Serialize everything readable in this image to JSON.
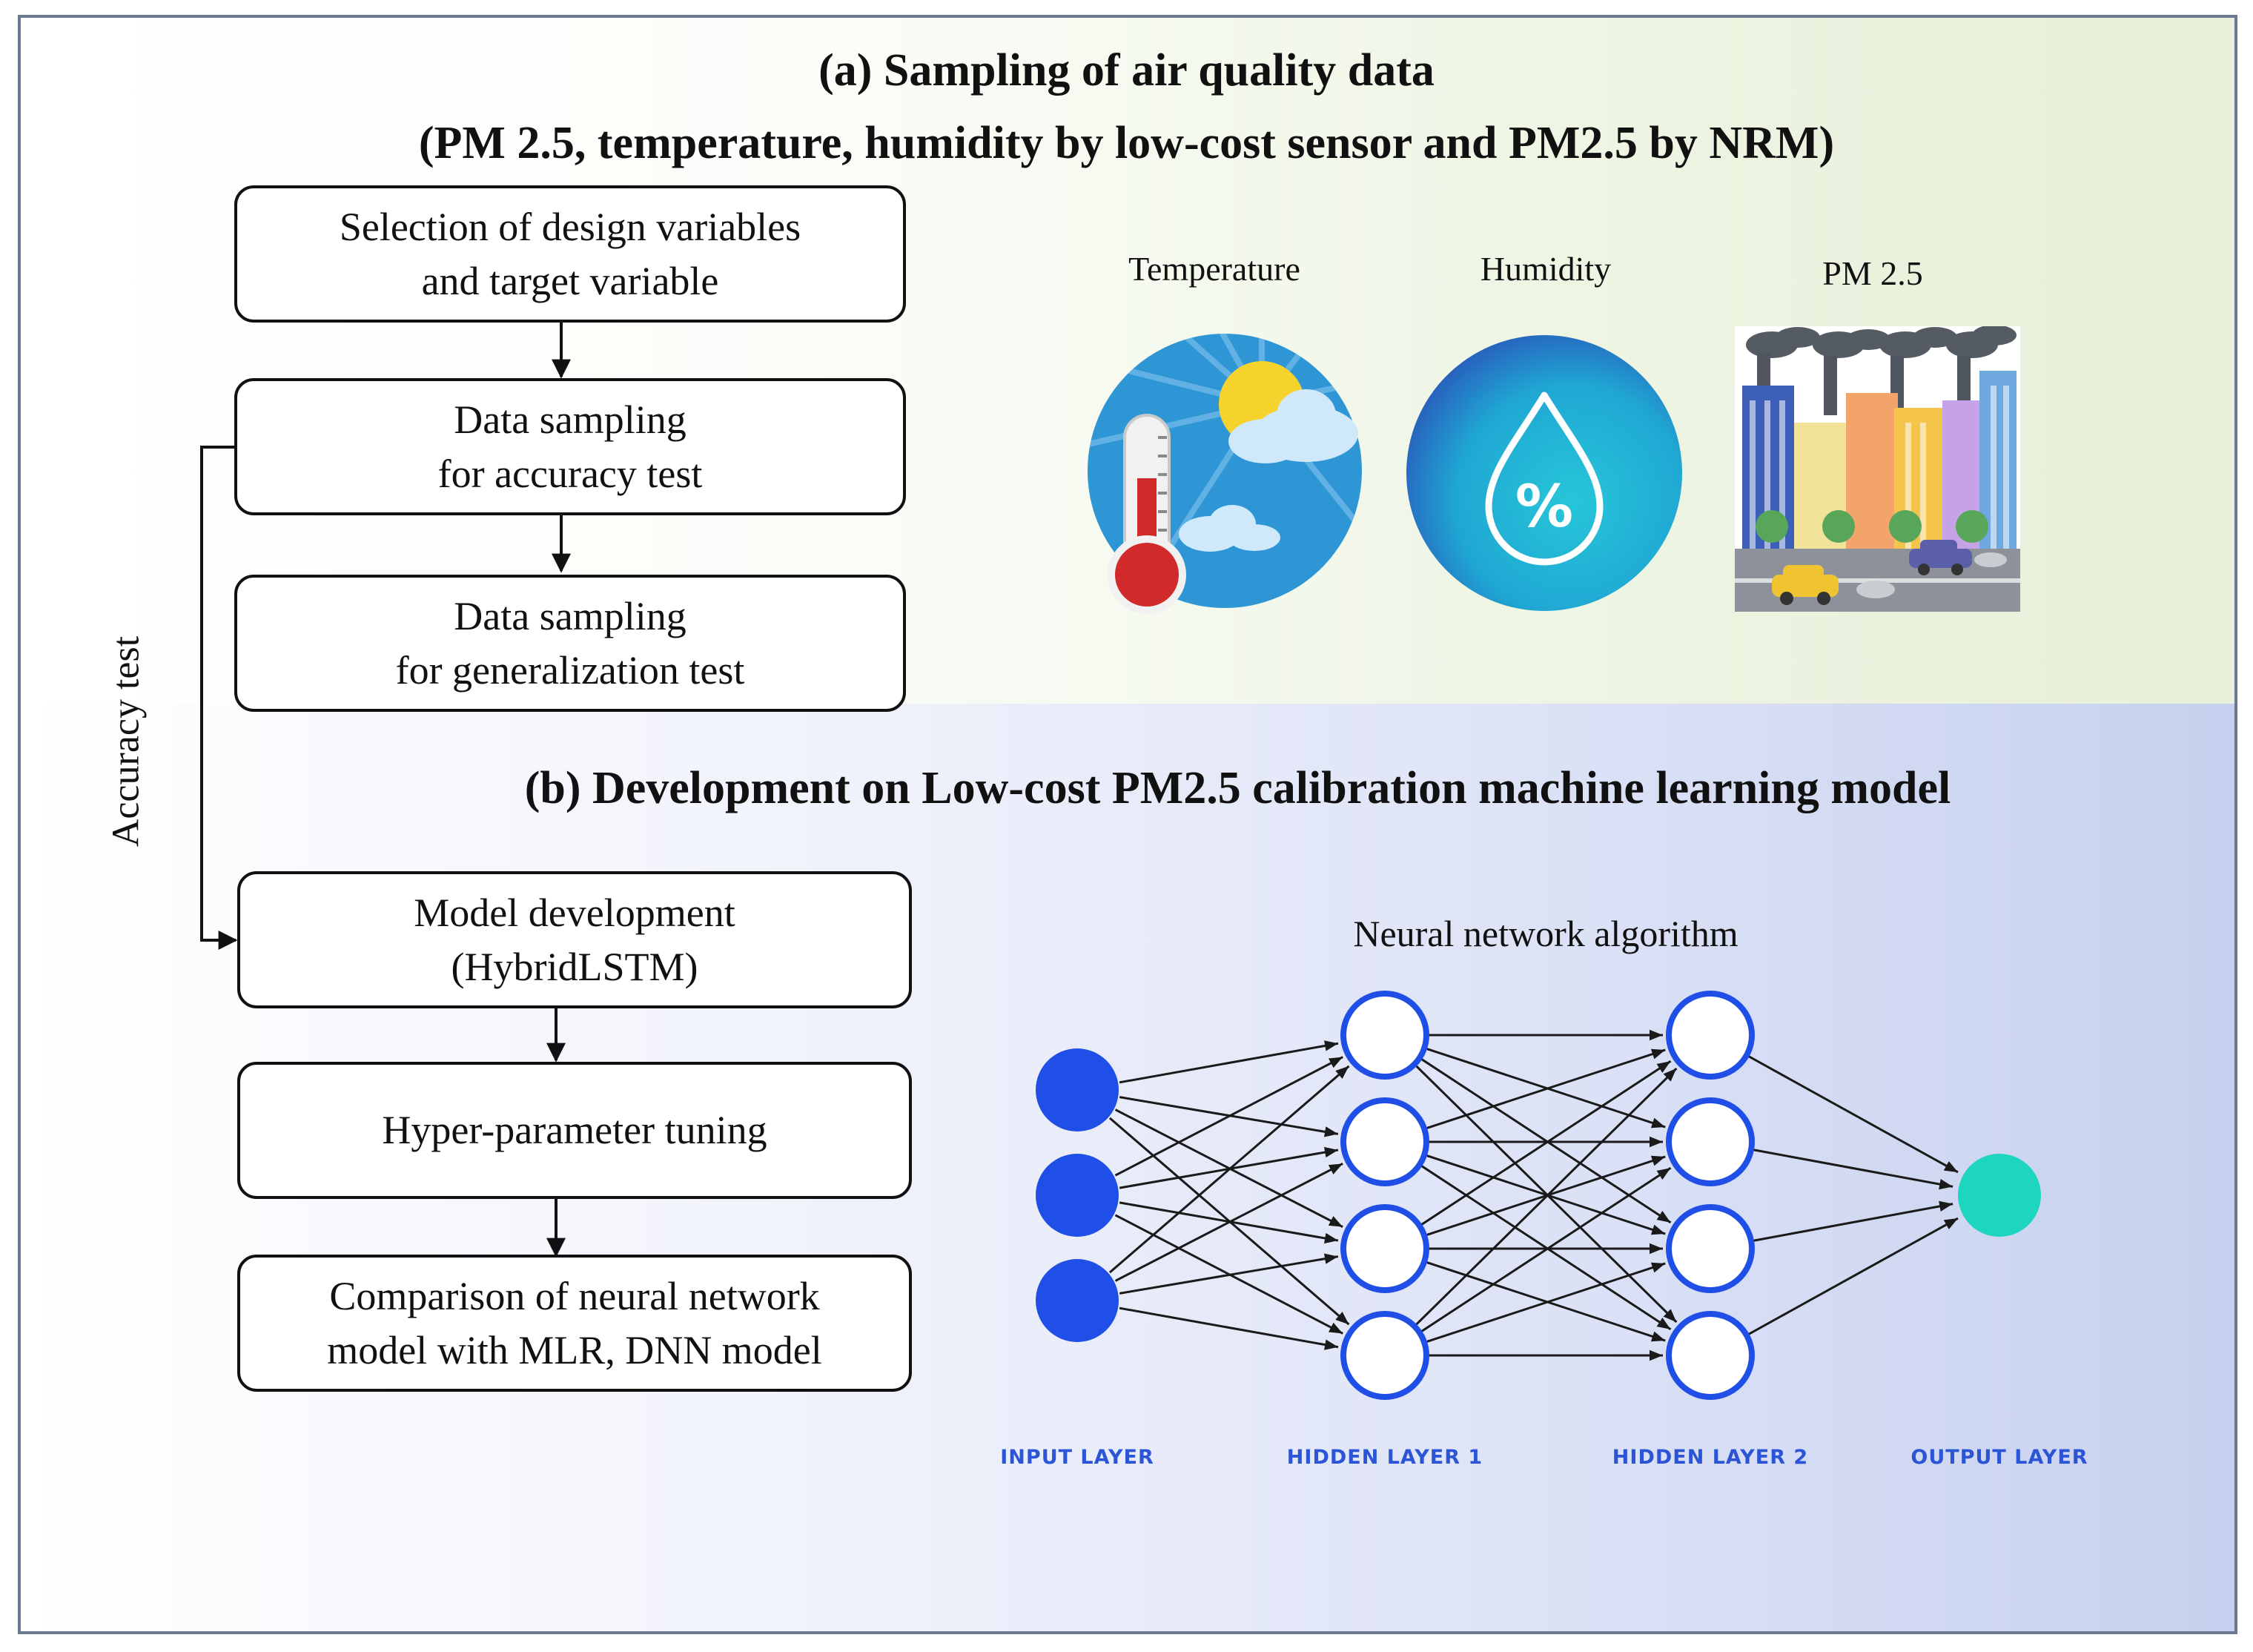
{
  "section_a": {
    "title_line1": "(a) Sampling of air quality data",
    "title_line2": "(PM 2.5, temperature, humidity by low-cost sensor and PM2.5 by NRM)"
  },
  "flow_a": [
    {
      "line1": "Selection of design variables",
      "line2": "and target variable"
    },
    {
      "line1": "Data sampling",
      "line2": "for accuracy test"
    },
    {
      "line1": "Data sampling",
      "line2": "for generalization test"
    }
  ],
  "feedback_label": "Accuracy test",
  "icons": [
    {
      "label": "Temperature",
      "icon": "thermometer-sun-cloud-icon"
    },
    {
      "label": "Humidity",
      "icon": "humidity-drop-icon"
    },
    {
      "label": "PM 2.5",
      "icon": "factory-city-icon"
    }
  ],
  "humidity_symbol": "%",
  "section_b": {
    "title": "(b) Development on Low-cost PM2.5 calibration machine learning model"
  },
  "flow_b": [
    {
      "line1": "Model development",
      "line2": "(HybridLSTM)"
    },
    {
      "line1": "Hyper-parameter tuning",
      "line2": ""
    },
    {
      "line1": "Comparison of neural network",
      "line2": "model with MLR, DNN model"
    }
  ],
  "neural_network": {
    "caption": "Neural network algorithm",
    "layers": [
      {
        "label": "INPUT LAYER",
        "nodes": 3,
        "style": "filled",
        "color": "#1f4fe6"
      },
      {
        "label": "HIDDEN LAYER 1",
        "nodes": 4,
        "style": "outline",
        "color": "#1f4fe6"
      },
      {
        "label": "HIDDEN LAYER 2",
        "nodes": 4,
        "style": "outline",
        "color": "#1f4fe6"
      },
      {
        "label": "OUTPUT LAYER",
        "nodes": 1,
        "style": "filled",
        "color": "#1ed6bf"
      }
    ]
  },
  "colors": {
    "section_a_bg": "#e6efd9",
    "section_b_bg": "#c6d0ee",
    "layer_label": "#2b55d6",
    "frame": "#6b7890"
  }
}
